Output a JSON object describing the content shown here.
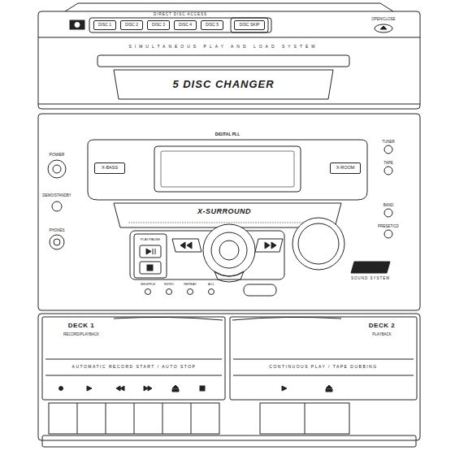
{
  "diagram": {
    "nodes": [
      {
        "text": [
          "DISC 1"
        ]
      },
      {
        "text": [
          "DISC 2"
        ]
      },
      {
        "text": [
          "DISC 3"
        ]
      },
      {
        "text": [
          "DISC 4"
        ]
      },
      {
        "text": [
          "DISC 5"
        ]
      },
      {
        "text": [
          "DISC SKIP"
        ]
      },
      {
        "text": [
          "5 DISC CHANGER"
        ]
      },
      {
        "text": [
          "X-BASS"
        ]
      },
      {
        "text": [
          "X-ROOM"
        ]
      }
    ],
    "labels": [
      "DIRECT DISC ACCESS",
      "OPEN/CLOSE",
      "SIMULTANEOUS PLAY AND LOAD SYSTEM",
      "DIGITAL PLL",
      "POWER",
      "TUNER",
      "TAPE",
      "DEMO/STANDBY",
      "BAND",
      "PHONES",
      "PRESET/CD",
      "X-SURROUND",
      "PLAY/PAUSE",
      "SHUFFLE",
      "INTRO",
      "REPEAT",
      "ACL",
      "SOUND SYSTEM",
      "DECK 1",
      "RECORD/PLAYBACK",
      "DECK 2",
      "PLAYBACK",
      "AUTOMATIC RECORD START / AUTO STOP",
      "CONTINUOUS PLAY / TAPE DUBBING"
    ]
  }
}
